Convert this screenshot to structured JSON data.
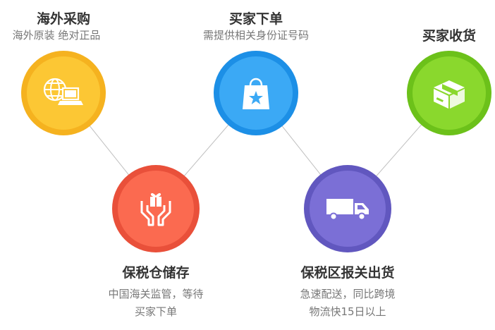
{
  "steps": [
    {
      "id": "overseas-purchase",
      "title": "海外采购",
      "desc": [
        "海外原装 绝对正品"
      ],
      "icon": "globe-laptop-icon",
      "ring_color": "#f5b21f",
      "fill_color": "#fcc734"
    },
    {
      "id": "buyer-order",
      "title": "买家下单",
      "desc": [
        "需提供相关身份证号码"
      ],
      "icon": "shopping-bag-star-icon",
      "ring_color": "#1c8fe6",
      "fill_color": "#3ba9f5"
    },
    {
      "id": "buyer-receive",
      "title": "买家收货",
      "desc": [],
      "icon": "package-box-icon",
      "ring_color": "#6cc11a",
      "fill_color": "#8ad82d"
    },
    {
      "id": "bonded-storage",
      "title": "保税仓储存",
      "desc": [
        "中国海关监管，等待",
        "买家下单"
      ],
      "icon": "hands-gift-icon",
      "ring_color": "#e9503a",
      "fill_color": "#fb6a50"
    },
    {
      "id": "bonded-customs",
      "title": "保税区报关出货",
      "desc": [
        "急速配送，同比跨境",
        "物流快15日以上"
      ],
      "icon": "delivery-truck-icon",
      "ring_color": "#6157bf",
      "fill_color": "#7b6fd6"
    }
  ]
}
